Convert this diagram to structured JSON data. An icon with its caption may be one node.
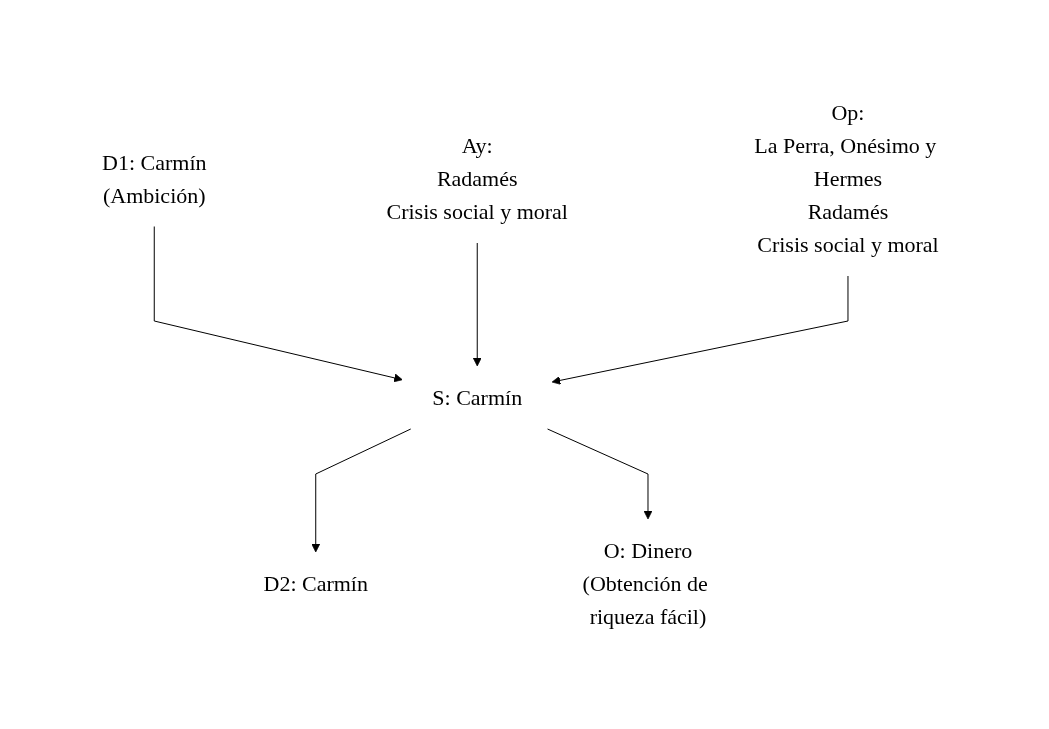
{
  "diagram": {
    "nodes": [
      {
        "text": [
          "D1: Carmín",
          "(Ambición)"
        ]
      },
      {
        "text": [
          "D2: Carmín"
        ]
      },
      {
        "text": [
          "S: Carmín"
        ]
      },
      {
        "text": [
          "O: Dinero",
          "(Obtención de riqueza fácil)"
        ]
      },
      {
        "text": [
          "Ay:",
          "Radamés",
          "Crisis social y moral"
        ]
      },
      {
        "text": [
          "Op:",
          "La Perra, Onésimo y Hermes",
          "Radamés",
          "Crisis social y moral"
        ]
      }
    ],
    "edges": [
      {
        "from": 0,
        "to": 2,
        "arrow": "to"
      },
      {
        "from": 2,
        "to": 1,
        "arrow": "to"
      },
      {
        "from": 2,
        "to": 3,
        "arrow": "to"
      },
      {
        "from": 4,
        "to": 2,
        "arrow": "to"
      },
      {
        "from": 5,
        "to": 2,
        "arrow": "to"
      }
    ]
  }
}
